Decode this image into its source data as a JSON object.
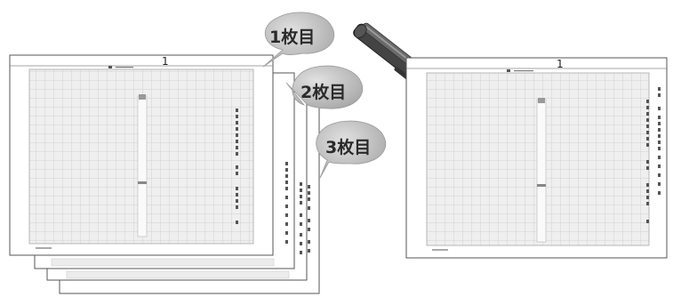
{
  "bubbles": {
    "sheet1": "1枚目",
    "sheet2": "2枚目",
    "sheet3": "3枚目"
  },
  "stack": {
    "page_number": "1",
    "sheet_count": 4
  },
  "bound_document": {
    "page_number": "1"
  },
  "icons": {
    "stapler": "stapler-icon",
    "speech_bubble": "speech-bubble-icon"
  },
  "colors": {
    "paper": "#ffffff",
    "grid_fill": "#ececec",
    "grid_line": "#c8c8c8",
    "border": "#555555",
    "bubble": "#bdbdbd",
    "stapler_body": "#4a4a4a"
  }
}
